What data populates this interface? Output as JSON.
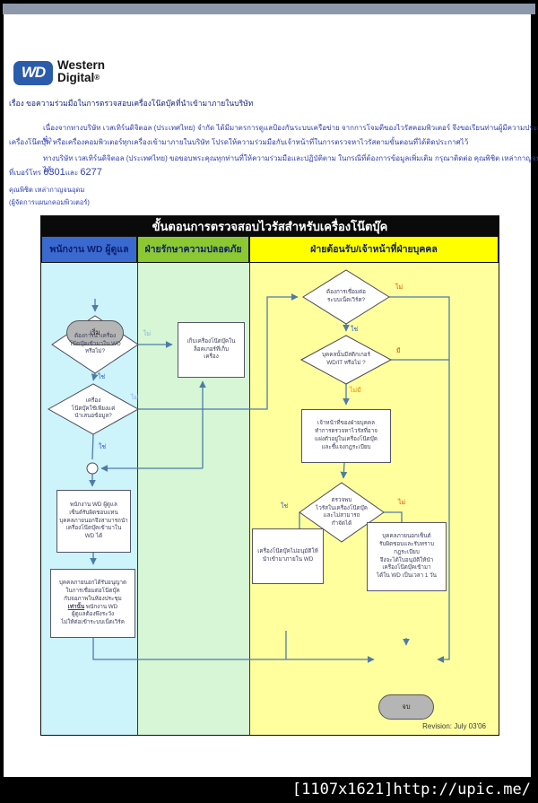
{
  "watermark": "[1107x1621]http://upic.me/",
  "logo": {
    "monogram": "WD",
    "brand_top": "Western",
    "brand_bottom": "Digital",
    "registered": "®"
  },
  "letter": {
    "subject": "เรื่อง ขอความร่วมมือในการตรวจสอบเครื่องโน๊ตบุ๊คที่นำเข้ามาภายในบริษัท",
    "p1_line1": "เนื่องจากทางบริษัท เวสเทิร์นดิจิตอล (ประเทศไทย) จำกัด ได้มีมาตรการดูแลป้องกันระบบเครือข่าย จากการโจมตีของไวรัสคอมพิวเตอร์  จึงขอเรียนท่านผู้มีความประสงค์จะนำ",
    "p1_line2": "เครื่องโน๊ตบุ๊ค หรือเครื่องคอมพิวเตอร์ทุกเครื่องเข้ามาภายในบริษัท โปรดให้ความร่วมมือกับเจ้าหน้าที่ในการตรวจหาไวรัสตามขั้นตอนที่ได้ติดประกาศไว้",
    "p2_line1": "ทางบริษัท เวสเทิร์นดิจิตอล (ประเทศไทย) ขอขอบพระคุณทุกท่านที่ให้ความร่วมมือและปฏิบัติตาม ในกรณีที่ต้องการข้อมูลเพิ่มเติม กรุณาติดต่อ คุณพิชิต เหล่ากาญจนอุดม ได้",
    "phone_pre": "ที่เบอร์โทร ",
    "phone_a": "6301",
    "phone_mid": "และ ",
    "phone_b": "6277",
    "sig_name": "คุณพิชิต เหล่ากาญจนอุดม",
    "sig_title": "(ผู้จัดการแผนกคอมพิวเตอร์)"
  },
  "flowchart": {
    "title": "ขั้นตอนการตรวจสอบไวรัสสำหรับเครื่องโน๊ตบุ๊ค",
    "lanes": [
      {
        "label": "พนักงาน WD ผู้ดูแล",
        "header_color": "#3a6ad0",
        "body_color": "#cdf3fb"
      },
      {
        "label": "ฝ่ายรักษาความปลอดภัย",
        "header_color": "#8cc832",
        "body_color": "#d6f6d6"
      },
      {
        "label": "ฝ่ายต้อนรับ/เจ้าหน้าที่ฝ่ายบุคคล",
        "header_color": "#ffff00",
        "body_color": "#ffff9e"
      }
    ],
    "revision": "Revision: July 03'06",
    "nodes": {
      "start": "เริ่ม",
      "d1": [
        "ต้องการนำเครื่อง",
        "โน๊ตบุ๊คเข้ามาใน WD",
        "หรือไม่?"
      ],
      "locker": [
        "เก็บเครื่องโน๊ตบุ๊คใน",
        "ล็อคเกอร์ที่เก็บ",
        "เครื่อง"
      ],
      "d2": [
        "เครื่อง",
        "โน๊ตบุ๊คใช้เพียงแค่",
        "นำเสนอข้อมูล?"
      ],
      "sign": [
        "พนักงาน WD ผู้ดูแล",
        "เซ็นต์รับผิดชอบแทน",
        "บุคคลภายนอกจึงสามารถนำ",
        "เครื่องโน๊ตบุ๊คเข้ามาใน",
        "WD ได้"
      ],
      "permit_top": [
        "บุคคลภายนอกได้รับอนุญาต",
        "ในการเชื่อมต่อโน๊ตบุ๊ค",
        "กับจอภาพในห้องประชุม"
      ],
      "permit_emph": "เท่านั้น",
      "permit_after": " พนักงาน WD",
      "permit_bottom": [
        "ผู้ดูแลต้องพึงระวัง",
        "ไม่ให้ต่อเข้าระบบเน็ตเวิร์ค"
      ],
      "y1": [
        "ต้องการเชื่อมต่อ",
        "ระบบเน็ตเวิร์ค?"
      ],
      "y2": [
        "บุคคลนั้นมีสติกเกอร์",
        "WD/IT หรือไม่ ?"
      ],
      "hr_check": [
        "เจ้าหน้าที่ของฝ่ายบุคคล",
        "ทำการตรวจหาไวรัสที่อาจ",
        "แฝงตัวอยู่ในเครื่องโน๊ตบุ๊ค",
        "และชี้แจงกฎระเบียบ"
      ],
      "y3": [
        "ตรวจพบ",
        "ไวรัสในเครื่องโน๊ตบุ๊ค",
        "และไม่สามารถ",
        "กำจัดได้"
      ],
      "deny": [
        "เครื่องโน๊ตบุ๊คไม่อนุมัติให้",
        "นำเข้ามาภายใน WD"
      ],
      "approve": [
        "บุคคลภายนอกเซ็นต์",
        "รับผิดชอบและรับทราบ",
        "กฎระเบียบ",
        "จึงจะได้ใบอนุมัติให้นำ",
        "เครื่องโน๊ตบุ๊คเข้ามา",
        "ได้ใน WD เป็นเวลา 1 วัน"
      ],
      "end": "จบ"
    },
    "edge_labels": {
      "d1_no": "ไม่",
      "d1_yes": "ใช่",
      "d2_no": "ไม่",
      "d2_yes": "ใช่",
      "y1_no": "ไม่",
      "y1_yes": "ใช่",
      "y2_has": "มี",
      "y2_none": "ไม่มี",
      "y3_yes": "ใช่",
      "y3_no": "ไม่"
    }
  }
}
